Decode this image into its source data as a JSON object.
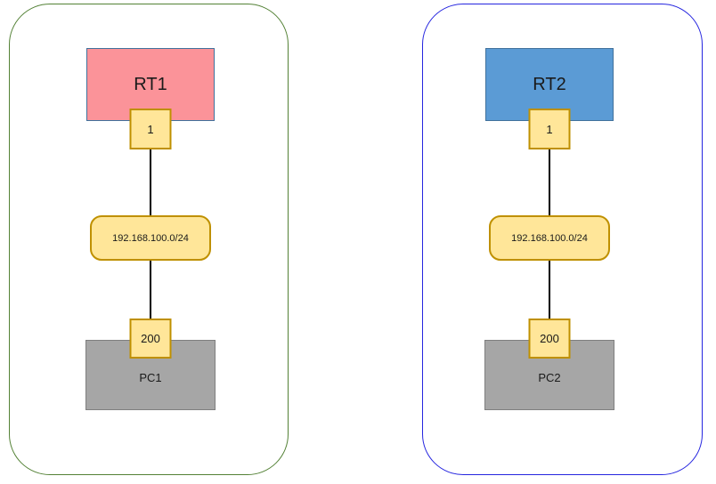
{
  "diagram_title": "two-site network topology",
  "shared_colors": {
    "port_fill": "#FFE699",
    "port_border": "#BF9000",
    "network_fill": "#FFE699",
    "network_border": "#BF9000",
    "pc_fill": "#A6A6A6",
    "pc_border": "#7F7F7F",
    "connector": "#000000",
    "background": "#FFFFFF"
  },
  "panels": [
    {
      "id": "site-1",
      "container_border_color": "#538135",
      "colors": {
        "router_fill": "#FB9399",
        "router_border": "#41719C"
      },
      "labels": {
        "router": "RT1",
        "router_port": "1",
        "network": "192.168.100.0/24",
        "pc_port": "200",
        "pc": "PC1"
      }
    },
    {
      "id": "site-2",
      "container_border_color": "#2525DF",
      "colors": {
        "router_fill": "#5B9BD5",
        "router_border": "#41719C"
      },
      "labels": {
        "router": "RT2",
        "router_port": "1",
        "network": "192.168.100.0/24",
        "pc_port": "200",
        "pc": "PC2"
      }
    }
  ]
}
